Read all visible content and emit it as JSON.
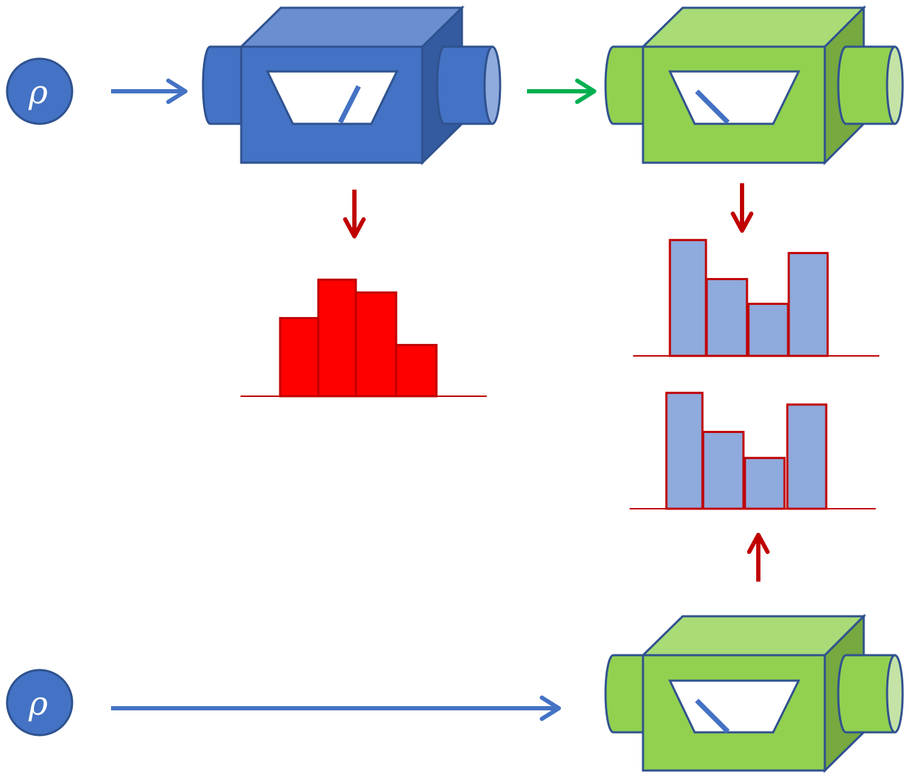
{
  "colors": {
    "blue": "#4472C4",
    "blue_dark": "#2F528F",
    "blue_light": "#8FAADC",
    "green": "#92D050",
    "green_top": "#A9DB77",
    "green_side": "#76A93F",
    "green_light": "#C5E3A6",
    "arrow_green": "#00B050",
    "arrow_red": "#C00000",
    "hist_red": "#FF0000",
    "hist_red_border": "#C00000",
    "hist_blue": "#8FAADC"
  },
  "states": {
    "top_label": "ρ",
    "bottom_label": "ρ"
  },
  "icons": {
    "state": "rho-circle-icon",
    "device": "measurement-device-icon",
    "arrow": "arrow-icon"
  },
  "histograms": {
    "first_device": [
      0.61,
      0.91,
      0.81,
      0.4
    ],
    "second_device_top": [
      0.89,
      0.59,
      0.4,
      0.79
    ],
    "second_device_bottom": [
      0.89,
      0.59,
      0.39,
      0.8
    ]
  },
  "needles": {
    "first_device": "tilted-right",
    "second_device": "tilted-left",
    "third_device": "tilted-left"
  }
}
